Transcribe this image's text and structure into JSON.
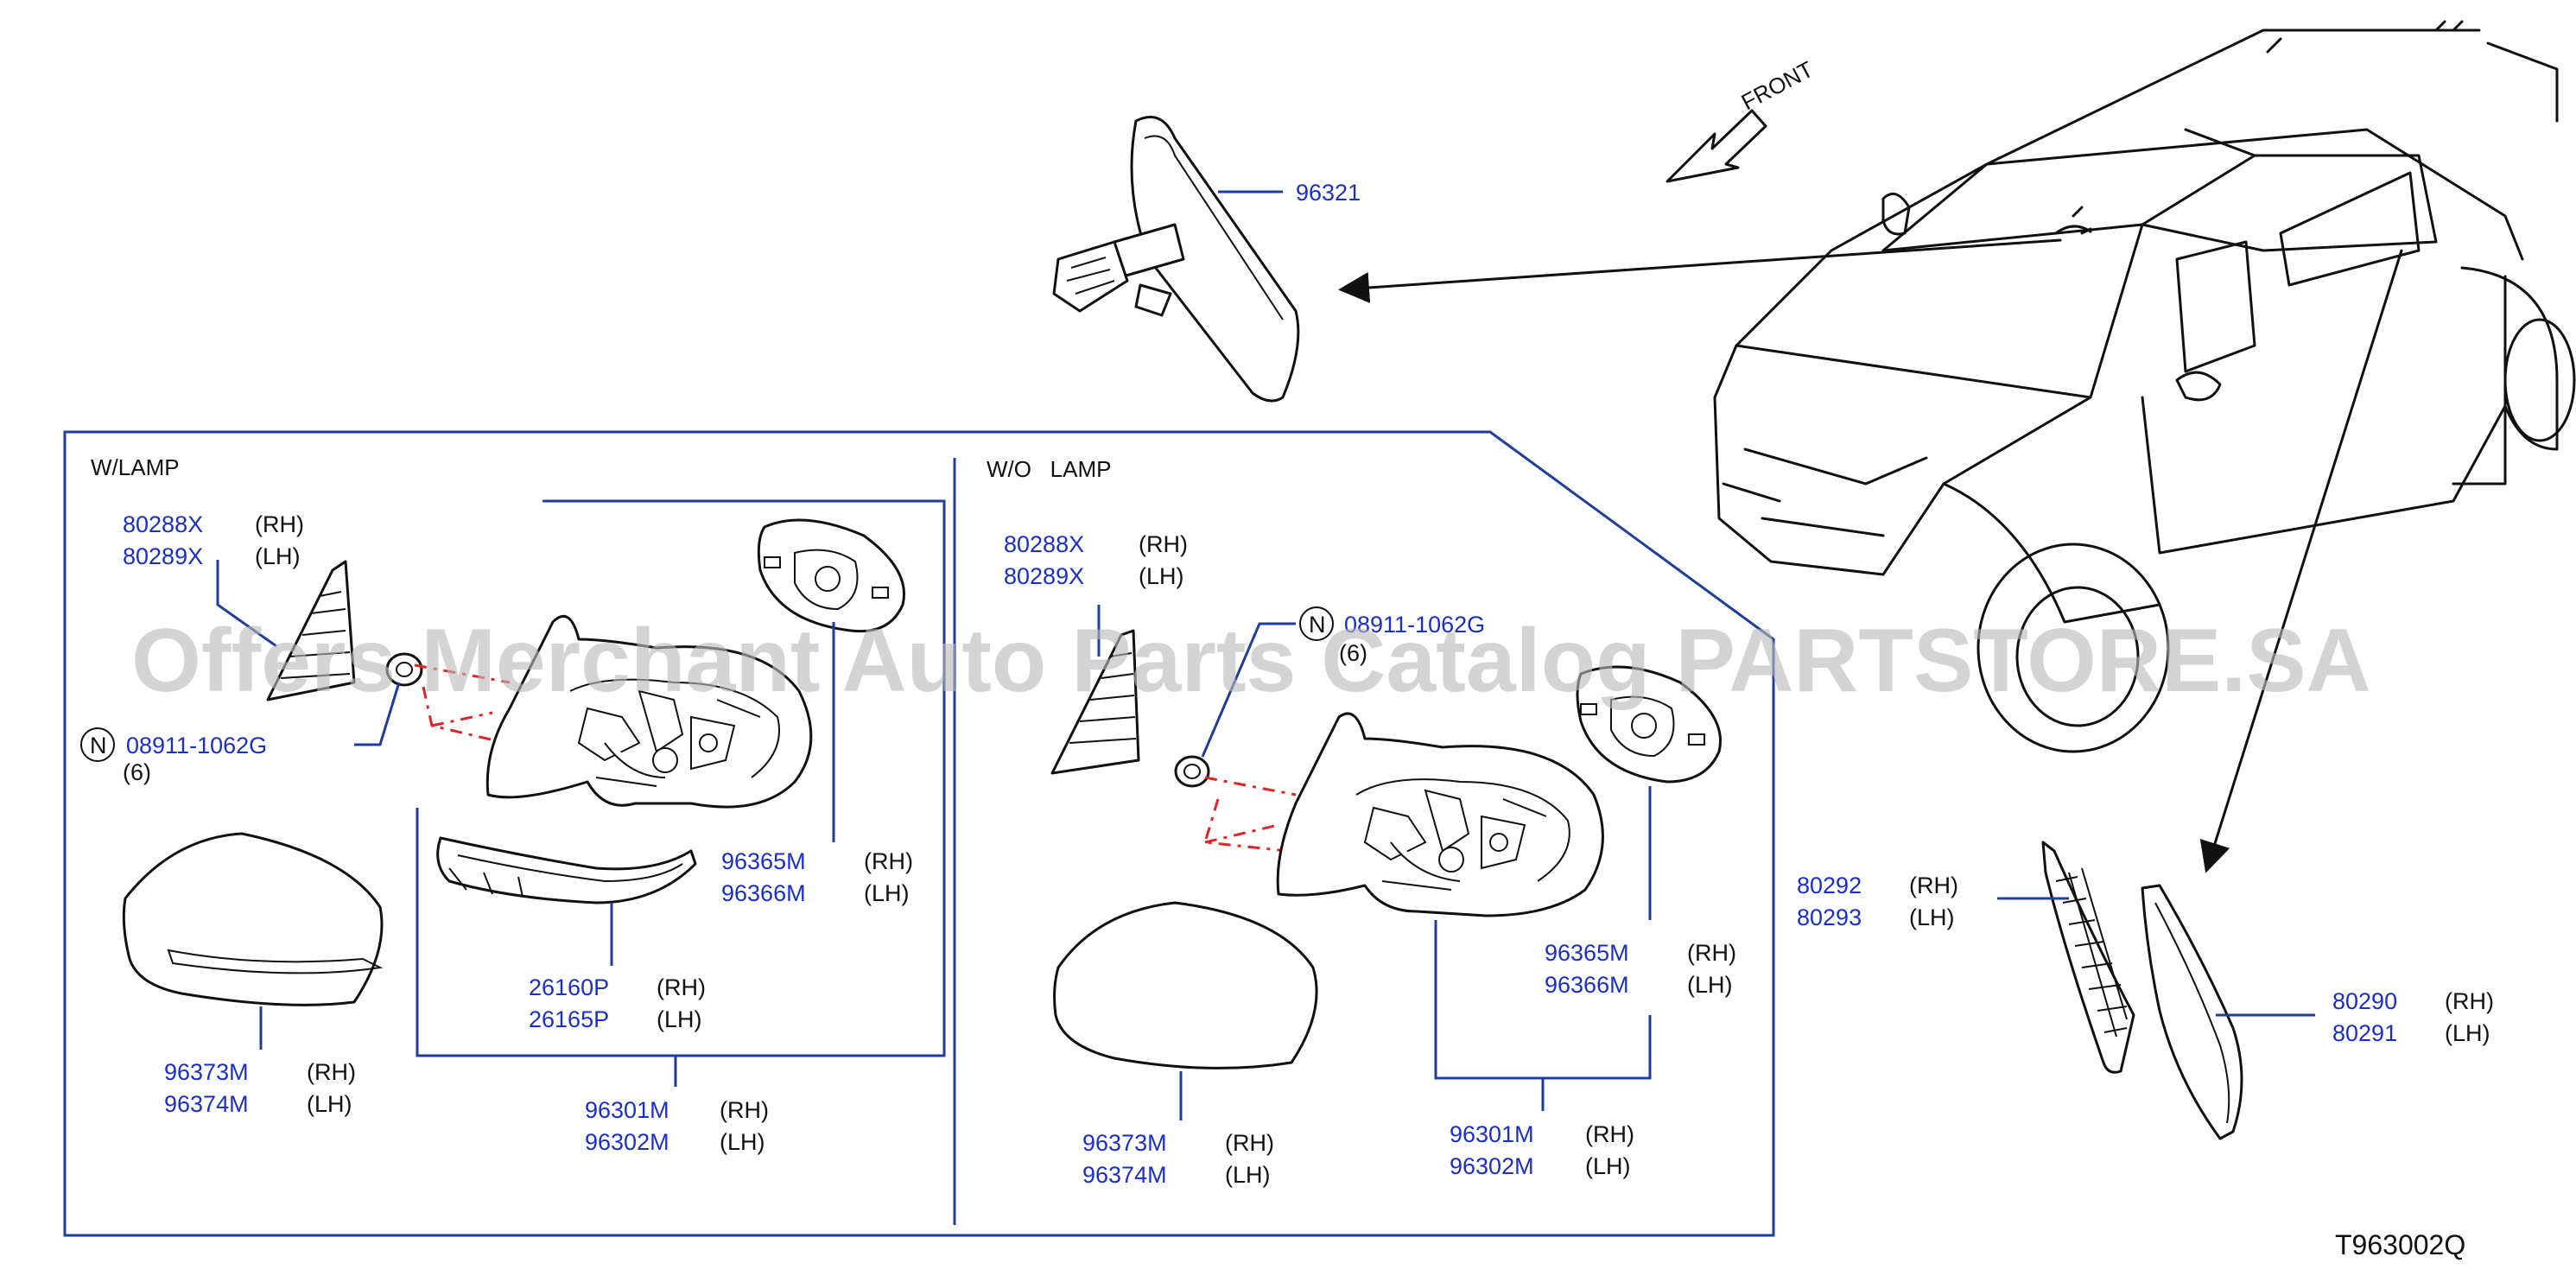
{
  "diagram_code": "T963002Q",
  "watermark": "Offers Merchant Auto Parts Catalog PARTSTORE.SA",
  "front_label": "FRONT",
  "sections": {
    "with_lamp": "W/LAMP",
    "without_lamp": "W/O   LAMP"
  },
  "side": {
    "rh": "(RH)",
    "lh": "(LH)"
  },
  "callouts": {
    "inner_mirror": "96321",
    "wl_corner_rh": "80288X",
    "wl_corner_lh": "80289X",
    "wl_nut": "08911-1062G",
    "wl_nut_qty": "(6)",
    "wl_glass_rh": "96365M",
    "wl_glass_lh": "96366M",
    "wl_lamp_rh": "26160P",
    "wl_lamp_lh": "26165P",
    "wl_cover_rh": "96373M",
    "wl_cover_lh": "96374M",
    "wl_assy_rh": "96301M",
    "wl_assy_lh": "96302M",
    "wo_corner_rh": "80288X",
    "wo_corner_lh": "80289X",
    "wo_nut": "08911-1062G",
    "wo_nut_qty": "(6)",
    "wo_glass_rh": "96365M",
    "wo_glass_lh": "96366M",
    "wo_cover_rh": "96373M",
    "wo_cover_lh": "96374M",
    "wo_assy_rh": "96301M",
    "wo_assy_lh": "96302M",
    "finisher_rh": "80292",
    "finisher_lh": "80293",
    "trim_rh": "80290",
    "trim_lh": "80291",
    "nut_symbol": "N"
  }
}
